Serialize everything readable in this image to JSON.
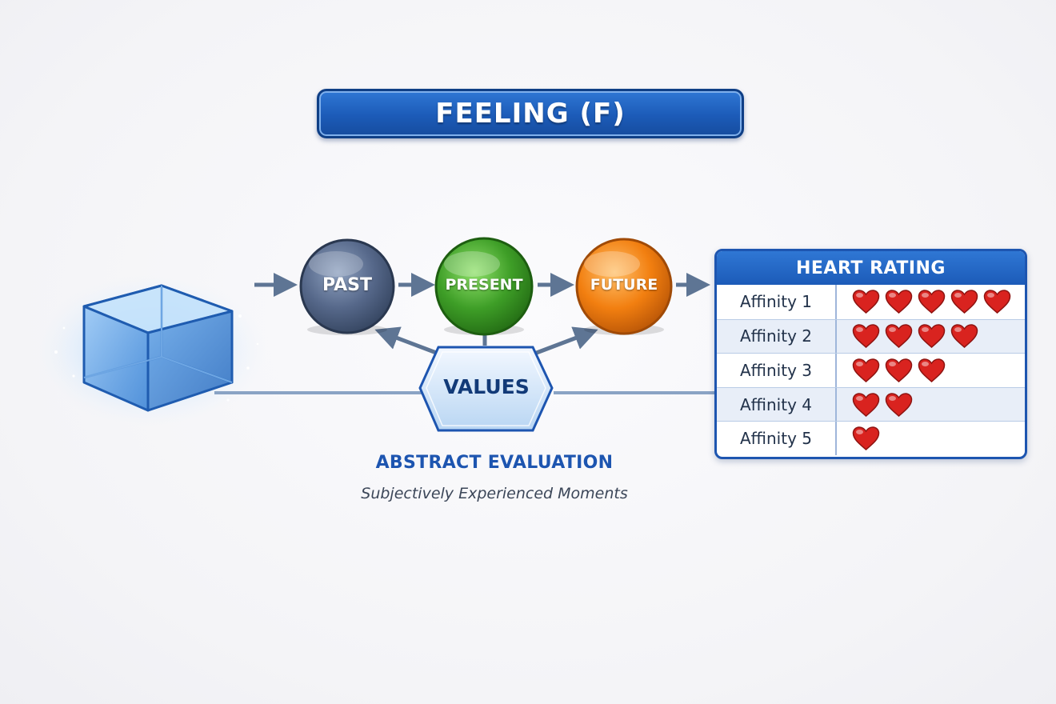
{
  "title": "FEELING (F)",
  "nodes": [
    {
      "label": "PAST",
      "color": "#4c5e7d"
    },
    {
      "label": "PRESENT",
      "color": "#3a9a24"
    },
    {
      "label": "FUTURE",
      "color": "#f07c0c"
    }
  ],
  "values_label": "VALUES",
  "subtitle": {
    "heading": "ABSTRACT EVALUATION",
    "caption": "Subjectively Experienced Moments"
  },
  "heart_rating": {
    "header": "HEART RATING",
    "rows": [
      {
        "label": "Affinity 1",
        "hearts": 5
      },
      {
        "label": "Affinity 2",
        "hearts": 4
      },
      {
        "label": "Affinity 3",
        "hearts": 3
      },
      {
        "label": "Affinity 4",
        "hearts": 2
      },
      {
        "label": "Affinity 5",
        "hearts": 1
      }
    ],
    "heart_icon": "heart-icon",
    "heart_color": "#d9231f"
  },
  "colors": {
    "accent_blue": "#1d55b0",
    "arrow": "#5e7594",
    "cube_blue": "#3f86d6"
  },
  "icons": {
    "cube": "glass-cube-icon"
  }
}
